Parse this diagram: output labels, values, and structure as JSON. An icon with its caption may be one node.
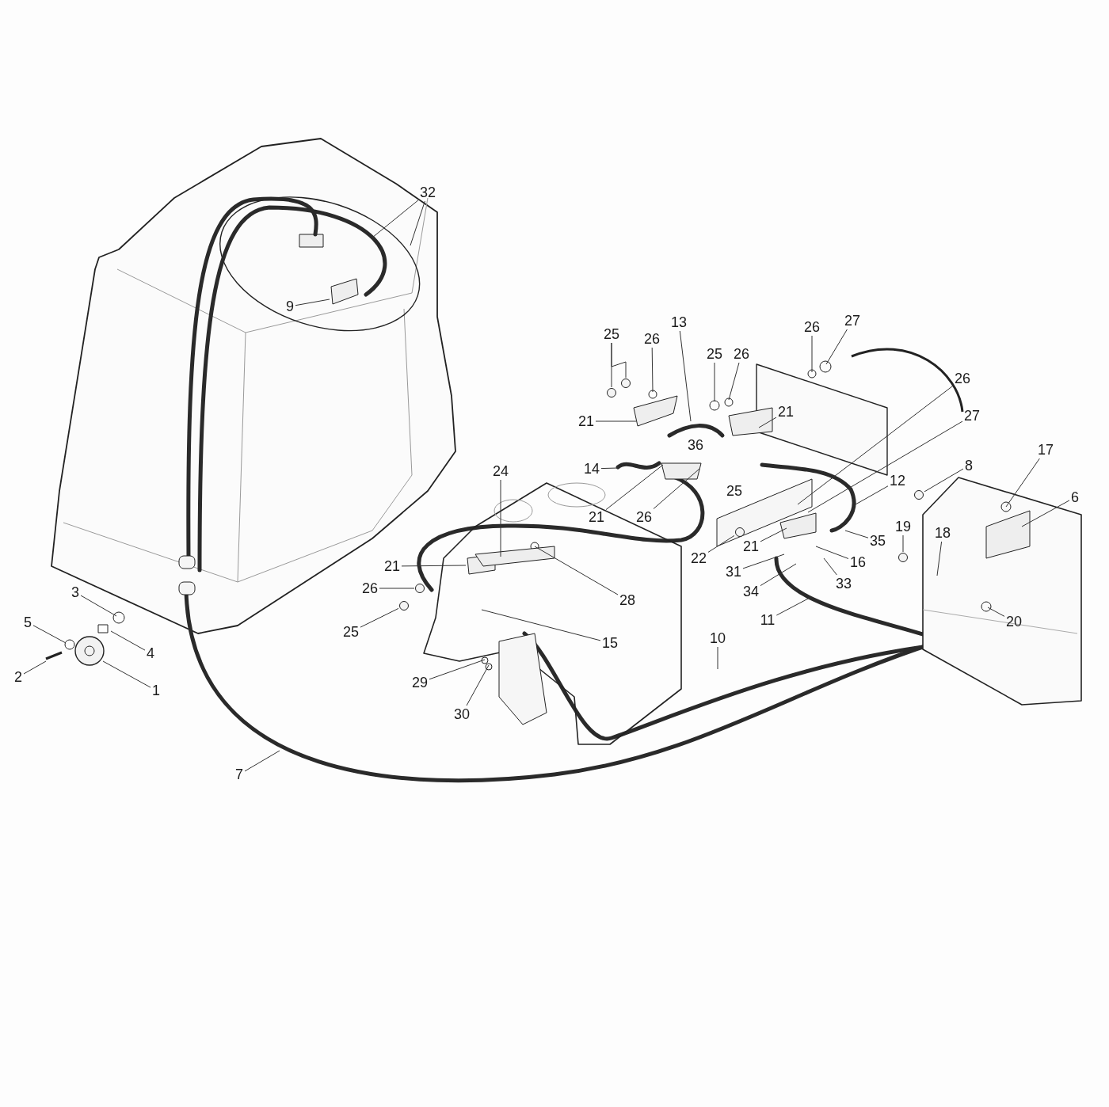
{
  "diagram": {
    "nodes": [
      {
        "text": [
          "32"
        ]
      },
      {
        "text": [
          "9"
        ]
      },
      {
        "text": [
          "13"
        ]
      },
      {
        "text": [
          "27"
        ]
      },
      {
        "text": [
          "26"
        ]
      },
      {
        "text": [
          "25"
        ]
      },
      {
        "text": [
          "26"
        ]
      },
      {
        "text": [
          "25"
        ]
      },
      {
        "text": [
          "26"
        ]
      },
      {
        "text": [
          "26"
        ]
      },
      {
        "text": [
          "27"
        ]
      },
      {
        "text": [
          "21"
        ]
      },
      {
        "text": [
          "21"
        ]
      },
      {
        "text": [
          "17"
        ]
      },
      {
        "text": [
          "8"
        ]
      },
      {
        "text": [
          "14"
        ]
      },
      {
        "text": [
          "24"
        ]
      },
      {
        "text": [
          "12"
        ]
      },
      {
        "text": [
          "6"
        ]
      },
      {
        "text": [
          "21"
        ]
      },
      {
        "text": [
          "26"
        ]
      },
      {
        "text": [
          "19"
        ]
      },
      {
        "text": [
          "18"
        ]
      },
      {
        "text": [
          "35"
        ]
      },
      {
        "text": [
          "21"
        ]
      },
      {
        "text": [
          "22"
        ]
      },
      {
        "text": [
          "16"
        ]
      },
      {
        "text": [
          "21"
        ]
      },
      {
        "text": [
          "31"
        ]
      },
      {
        "text": [
          "26"
        ]
      },
      {
        "text": [
          "34"
        ]
      },
      {
        "text": [
          "33"
        ]
      },
      {
        "text": [
          "3"
        ]
      },
      {
        "text": [
          "28"
        ]
      },
      {
        "text": [
          "11"
        ]
      },
      {
        "text": [
          "20"
        ]
      },
      {
        "text": [
          "5"
        ]
      },
      {
        "text": [
          "25"
        ]
      },
      {
        "text": [
          "10"
        ]
      },
      {
        "text": [
          "15"
        ]
      },
      {
        "text": [
          "4"
        ]
      },
      {
        "text": [
          "2"
        ]
      },
      {
        "text": [
          "29"
        ]
      },
      {
        "text": [
          "1"
        ]
      },
      {
        "text": [
          "30"
        ]
      },
      {
        "text": [
          "7"
        ]
      },
      {
        "text": [],
        "shape": "circle"
      },
      {
        "text": [],
        "shape": "circle"
      },
      {
        "text": [],
        "shape": "circle"
      },
      {
        "text": [],
        "shape": "circle"
      },
      {
        "text": [],
        "shape": "circle"
      },
      {
        "text": [],
        "shape": "circle"
      },
      {
        "text": [],
        "shape": "circle"
      }
    ],
    "edges": [
      {
        "from": 0,
        "to": null,
        "arrow": "none"
      },
      {
        "from": 0,
        "to": null,
        "arrow": "none"
      },
      {
        "from": 1,
        "to": null,
        "arrow": "none"
      },
      {
        "from": 2,
        "to": null,
        "arrow": "none"
      },
      {
        "from": 3,
        "to": null,
        "arrow": "none"
      },
      {
        "from": 4,
        "to": null,
        "arrow": "none"
      },
      {
        "from": 5,
        "to": 46,
        "arrow": "none"
      },
      {
        "from": 5,
        "to": 52,
        "arrow": "none"
      },
      {
        "from": 6,
        "to": null,
        "arrow": "none"
      },
      {
        "from": 7,
        "to": null,
        "arrow": "none"
      },
      {
        "from": 8,
        "to": null,
        "arrow": "none"
      },
      {
        "from": 9,
        "to": null,
        "arrow": "none"
      },
      {
        "from": 10,
        "to": null,
        "arrow": "none"
      },
      {
        "from": 11,
        "to": null,
        "arrow": "none"
      },
      {
        "from": 12,
        "to": null,
        "arrow": "none"
      },
      {
        "from": 13,
        "to": null,
        "arrow": "none"
      },
      {
        "from": 14,
        "to": 47,
        "arrow": "none"
      },
      {
        "from": 15,
        "to": null,
        "arrow": "none"
      },
      {
        "from": 16,
        "to": null,
        "arrow": "none"
      },
      {
        "from": 17,
        "to": null,
        "arrow": "none"
      },
      {
        "from": 18,
        "to": null,
        "arrow": "none"
      },
      {
        "from": 19,
        "to": null,
        "arrow": "none"
      },
      {
        "from": 20,
        "to": null,
        "arrow": "none"
      },
      {
        "from": 21,
        "to": 48,
        "arrow": "none"
      },
      {
        "from": 22,
        "to": null,
        "arrow": "none"
      },
      {
        "from": 23,
        "to": null,
        "arrow": "none"
      },
      {
        "from": 24,
        "to": null,
        "arrow": "none"
      },
      {
        "from": 25,
        "to": 49,
        "arrow": "none"
      },
      {
        "from": 26,
        "to": null,
        "arrow": "none"
      },
      {
        "from": 27,
        "to": null,
        "arrow": "none"
      },
      {
        "from": 28,
        "to": null,
        "arrow": "none"
      },
      {
        "from": 29,
        "to": 50,
        "arrow": "none"
      },
      {
        "from": 30,
        "to": null,
        "arrow": "none"
      },
      {
        "from": 31,
        "to": null,
        "arrow": "none"
      },
      {
        "from": 32,
        "to": null,
        "arrow": "none"
      },
      {
        "from": 33,
        "to": null,
        "arrow": "none"
      },
      {
        "from": 34,
        "to": null,
        "arrow": "none"
      },
      {
        "from": 35,
        "to": null,
        "arrow": "none"
      },
      {
        "from": 36,
        "to": null,
        "arrow": "none"
      },
      {
        "from": 37,
        "to": 51,
        "arrow": "none"
      },
      {
        "from": 38,
        "to": null,
        "arrow": "none"
      },
      {
        "from": 39,
        "to": null,
        "arrow": "none"
      },
      {
        "from": 40,
        "to": null,
        "arrow": "none"
      },
      {
        "from": 41,
        "to": null,
        "arrow": "none"
      },
      {
        "from": 42,
        "to": null,
        "arrow": "none"
      },
      {
        "from": 43,
        "to": null,
        "arrow": "none"
      },
      {
        "from": 44,
        "to": null,
        "arrow": "none"
      },
      {
        "from": 45,
        "to": null,
        "arrow": "none"
      }
    ],
    "labels": [
      "36",
      "25"
    ]
  }
}
